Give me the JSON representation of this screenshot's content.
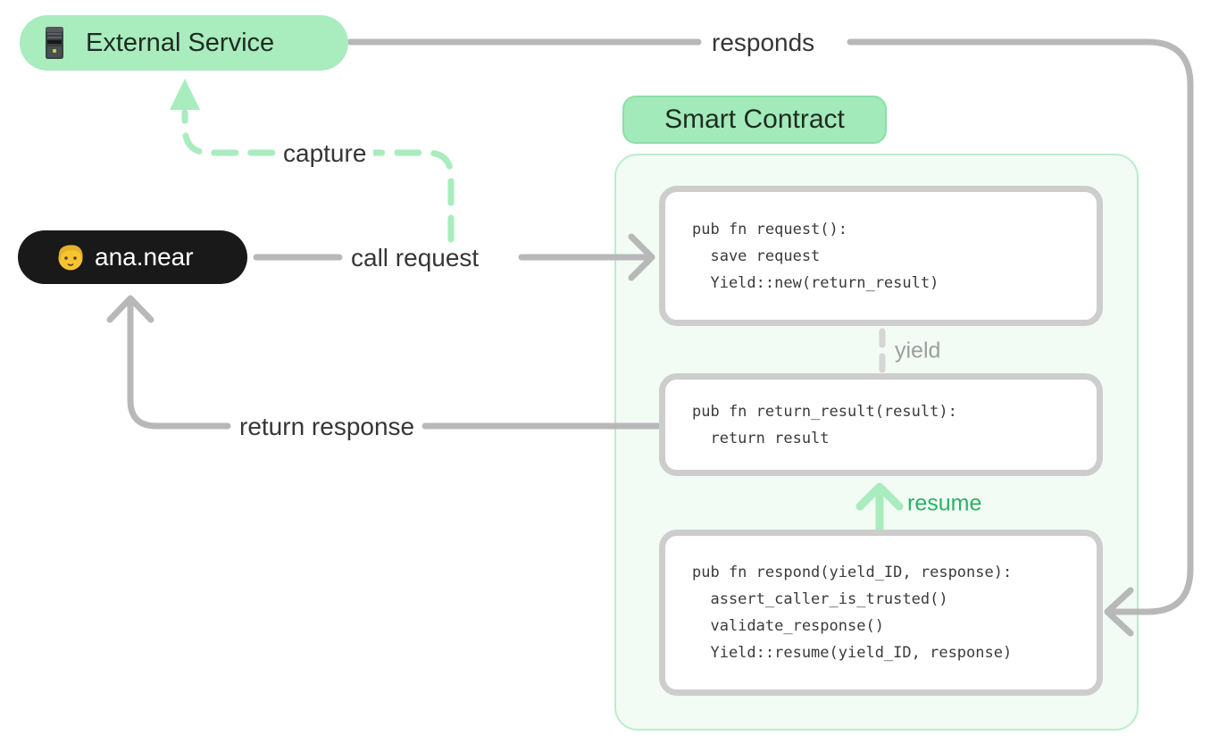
{
  "colors": {
    "canvas-bg": "#FFFFFF",
    "mint": "#A9ECBD",
    "smart-pill-bg": "#A3EABA",
    "smart-pill-border": "#8ADFA6",
    "container-bg": "#F2FBF4",
    "container-border": "#B9EECB",
    "gray-line": "#B8B8B8",
    "box-border": "#CDCDCD",
    "code-text": "#3B3B3B",
    "label-text": "#363636",
    "muted-text": "#9E9E9E",
    "muted-dash": "#D6D6D6",
    "green-text": "#2EB164",
    "user-pill-bg": "#191919",
    "user-pill-text": "#FFFFFF",
    "pill-text": "#1F2B22"
  },
  "nodes": {
    "external_service": {
      "label": "External Service",
      "icon": "server-icon"
    },
    "smart_contract": {
      "label": "Smart Contract"
    },
    "user": {
      "label": "ana.near",
      "icon": "person-emoji-icon"
    }
  },
  "edges": {
    "responds": "responds",
    "call_request": "call request",
    "return_response": "return response",
    "capture": "capture",
    "yield": "yield",
    "resume": "resume"
  },
  "functions": {
    "request": {
      "lines": [
        "pub fn request():",
        "  save request",
        "  Yield::new(return_result)"
      ]
    },
    "return_result": {
      "lines": [
        "pub fn return_result(result):",
        "  return result"
      ]
    },
    "respond": {
      "lines": [
        "pub fn respond(yield_ID, response):",
        "  assert_caller_is_trusted()",
        "  validate_response()",
        "  Yield::resume(yield_ID, response)"
      ]
    }
  }
}
